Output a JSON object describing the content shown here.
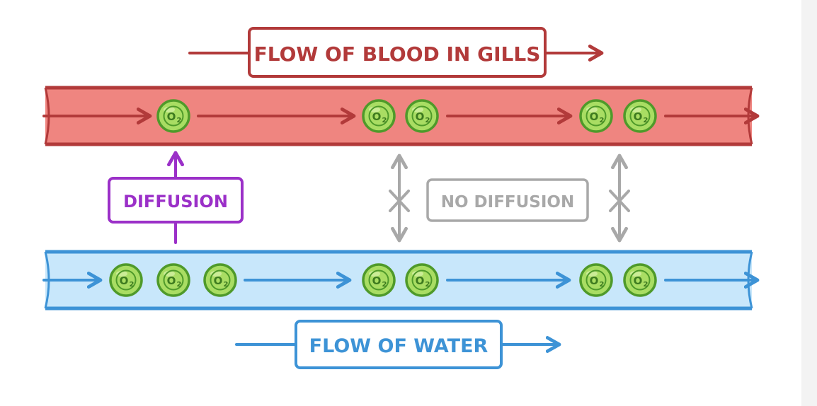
{
  "title_blood": "FLOW OF BLOOD IN GILLS",
  "title_water": "FLOW OF WATER",
  "label_diffusion": "DIFFUSION",
  "label_no_diffusion": "NO DIFFUSION",
  "molecule_label": "O",
  "molecule_sub": "2",
  "colors": {
    "blood_fill": "#ef8580",
    "blood_stroke": "#b23a3a",
    "water_fill": "#c8e7fb",
    "water_stroke": "#3d93d6",
    "diffusion": "#9b30c8",
    "no_diffusion": "#a8a8a8",
    "oxygen_fill": "#a9dd63",
    "oxygen_stroke": "#4f9a2a"
  }
}
